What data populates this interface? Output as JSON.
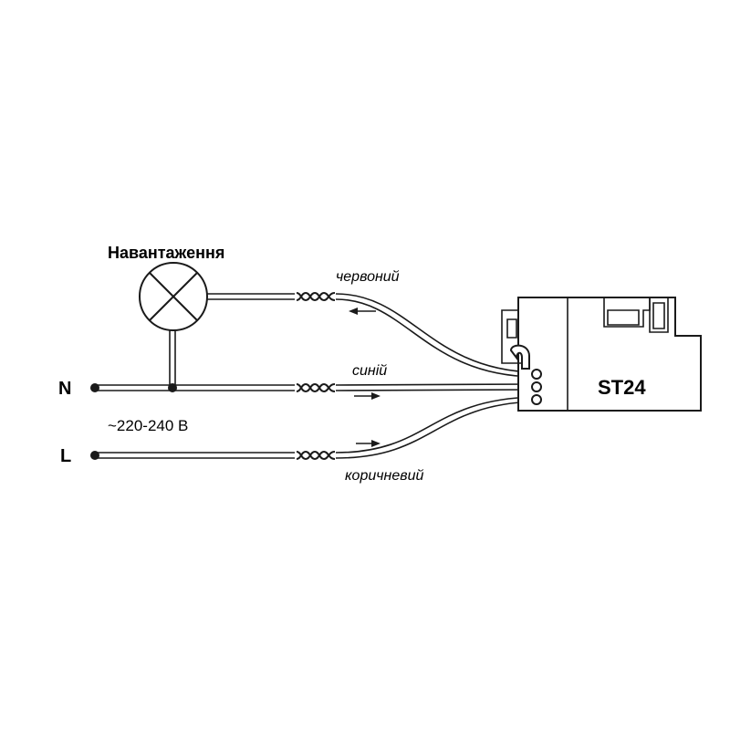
{
  "labels": {
    "load": "Навантаження",
    "neutral": "N",
    "line": "L",
    "voltage": "~220-240 В",
    "red_wire": "червоний",
    "blue_wire": "синій",
    "brown_wire": "коричневий",
    "device": "ST24"
  }
}
